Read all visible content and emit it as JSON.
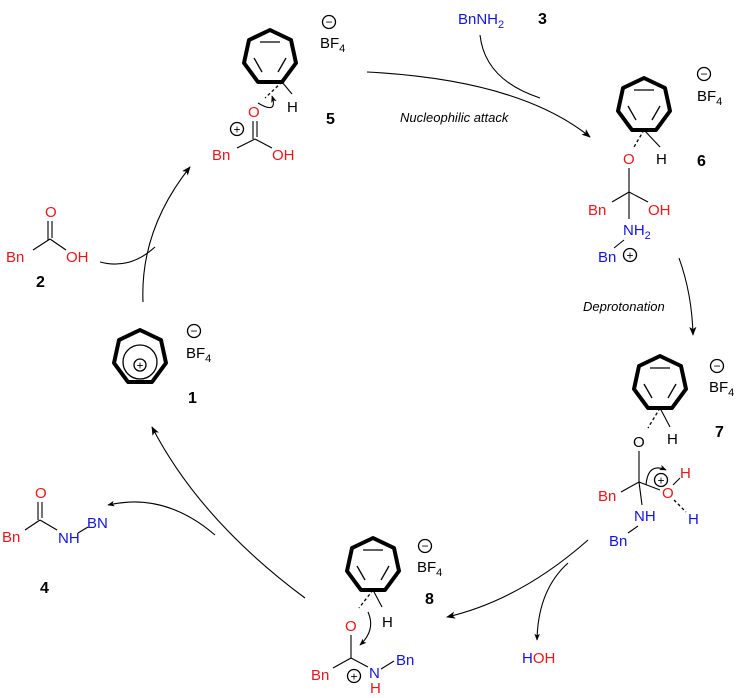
{
  "colors": {
    "black": "#000000",
    "red": "#e8161b",
    "blue": "#1414e0"
  },
  "steps": {
    "nucleophilic_attack": "Nucleophilic attack",
    "deprotonation": "Deprotonation"
  },
  "compounds": {
    "c1": {
      "number": "1",
      "counterion": "BF",
      "sub": "4",
      "charge": "+"
    },
    "c2": {
      "number": "2",
      "bn": "Bn",
      "o": "O",
      "oh": "OH"
    },
    "c3": {
      "number": "3",
      "reagent": "BnNH",
      "sub": "2"
    },
    "c4": {
      "number": "4",
      "bn": "Bn",
      "o": "O",
      "nh": "NH",
      "bn2": "BN"
    },
    "c5": {
      "number": "5",
      "counterion": "BF",
      "sub": "4",
      "h": "H",
      "o": "O",
      "bn": "Bn",
      "oh": "OH",
      "charge": "+"
    },
    "c6": {
      "number": "6",
      "counterion": "BF",
      "sub": "4",
      "h": "H",
      "o": "O",
      "bn": "Bn",
      "oh": "OH",
      "nh": "NH",
      "nh_sub": "2",
      "bn2": "Bn",
      "charge": "+"
    },
    "c7": {
      "number": "7",
      "counterion": "BF",
      "sub": "4",
      "h": "H",
      "o": "O",
      "bn": "Bn",
      "o2": "O",
      "h2": "H",
      "h3": "H",
      "nh": "NH",
      "bn2": "Bn",
      "charge": "+"
    },
    "c8": {
      "number": "8",
      "counterion": "BF",
      "sub": "4",
      "h": "H",
      "o": "O",
      "bn": "Bn",
      "n": "N",
      "nh_h": "H",
      "bn2": "Bn",
      "charge": "+"
    },
    "water": {
      "h": "H",
      "oh": "OH"
    }
  },
  "minus_sign": "−"
}
